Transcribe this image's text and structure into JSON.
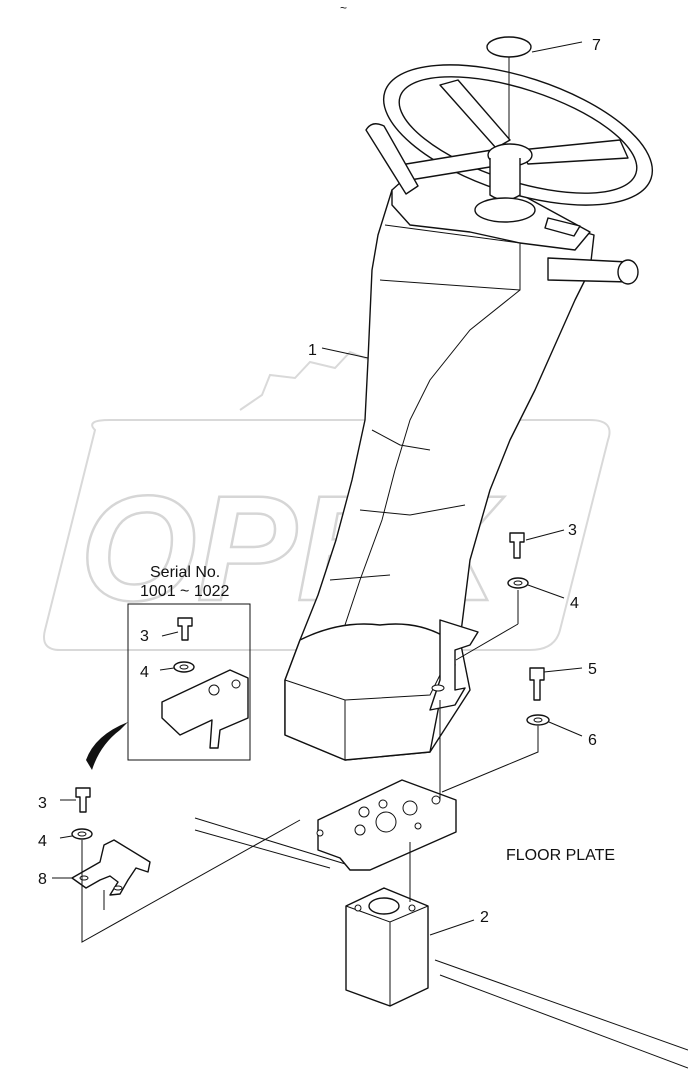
{
  "watermark": {
    "text": "OPEX"
  },
  "serial_note": {
    "line1": "Serial No.",
    "line2": "1001 ~ 1022"
  },
  "floor_plate_label": "FLOOR PLATE",
  "callouts": {
    "c7": "7",
    "c1": "1",
    "c3a": "3",
    "c4a": "4",
    "c5": "5",
    "c6": "6",
    "c3b": "3",
    "c4b": "4",
    "c3c": "3",
    "c4c": "4",
    "c8": "8",
    "c2": "2"
  },
  "top_mark": "~",
  "colors": {
    "line": "#111111",
    "watermark": "#d6d6d6",
    "background": "#ffffff"
  }
}
